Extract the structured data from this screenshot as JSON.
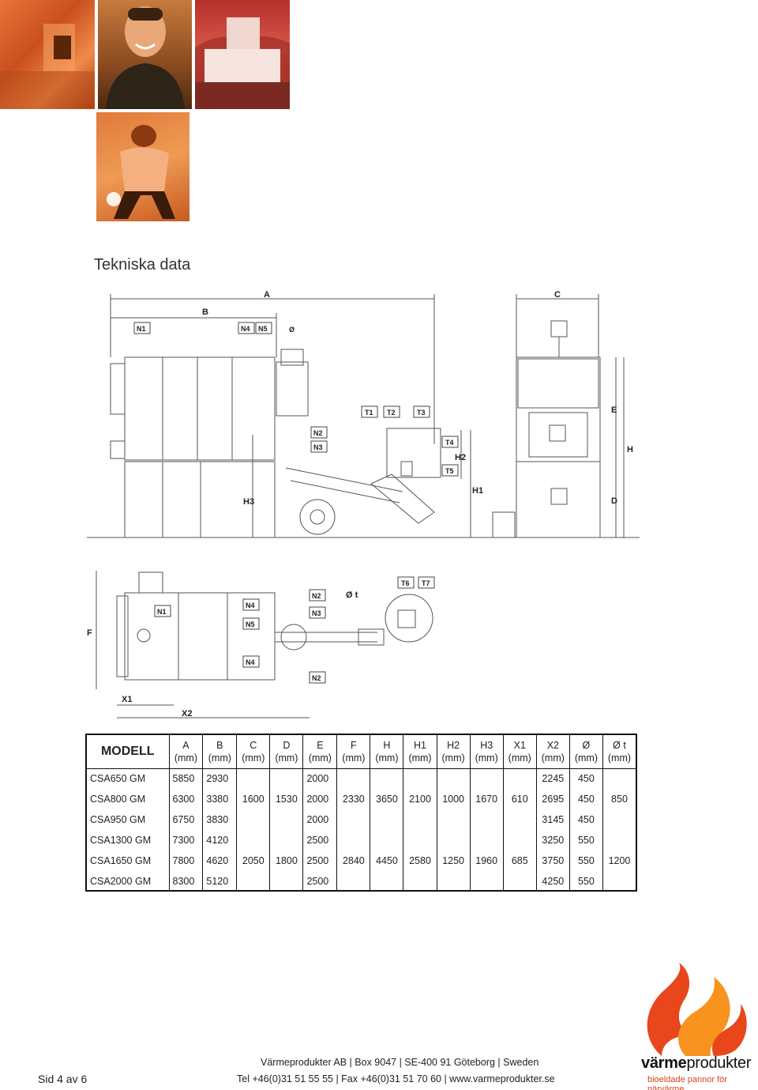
{
  "section_title": "Tekniska data",
  "drawing_labels": {
    "A": "A",
    "B": "B",
    "C": "C",
    "E": "E",
    "H": "H",
    "D": "D",
    "H1": "H1",
    "H2": "H2",
    "H3": "H3",
    "N1": "N1",
    "N2": "N2",
    "N3": "N3",
    "N4": "N4",
    "N5": "N5",
    "T1": "T1",
    "T2": "T2",
    "T3": "T3",
    "T4": "T4",
    "T5": "T5",
    "T6": "T6",
    "T7": "T7",
    "O": "Ø",
    "Ot": "Ø t",
    "F": "F",
    "X1": "X1",
    "X2": "X2"
  },
  "table": {
    "headers": [
      {
        "name": "MODELL",
        "unit": ""
      },
      {
        "name": "A",
        "unit": "(mm)"
      },
      {
        "name": "B",
        "unit": "(mm)"
      },
      {
        "name": "C",
        "unit": "(mm)"
      },
      {
        "name": "D",
        "unit": "(mm)"
      },
      {
        "name": "E",
        "unit": "(mm)"
      },
      {
        "name": "F",
        "unit": "(mm)"
      },
      {
        "name": "H",
        "unit": "(mm)"
      },
      {
        "name": "H1",
        "unit": "(mm)"
      },
      {
        "name": "H2",
        "unit": "(mm)"
      },
      {
        "name": "H3",
        "unit": "(mm)"
      },
      {
        "name": "X1",
        "unit": "(mm)"
      },
      {
        "name": "X2",
        "unit": "(mm)"
      },
      {
        "name": "Ø",
        "unit": "(mm)"
      },
      {
        "name": "Ø t",
        "unit": "(mm)"
      }
    ],
    "rows": [
      {
        "model": "CSA650 GM",
        "A": "5850",
        "B": "2930",
        "E": "2000",
        "X2": "2245",
        "O": "450"
      },
      {
        "model": "CSA800 GM",
        "A": "6300",
        "B": "3380",
        "E": "2000",
        "X2": "2695",
        "O": "450"
      },
      {
        "model": "CSA950 GM",
        "A": "6750",
        "B": "3830",
        "E": "2000",
        "X2": "3145",
        "O": "450"
      },
      {
        "model": "CSA1300 GM",
        "A": "7300",
        "B": "4120",
        "E": "2500",
        "X2": "3250",
        "O": "550"
      },
      {
        "model": "CSA1650 GM",
        "A": "7800",
        "B": "4620",
        "E": "2500",
        "X2": "3750",
        "O": "550"
      },
      {
        "model": "CSA2000 GM",
        "A": "8300",
        "B": "5120",
        "E": "2500",
        "X2": "4250",
        "O": "550"
      }
    ],
    "group1": {
      "C": "1600",
      "D": "1530",
      "F": "2330",
      "H": "3650",
      "H1": "2100",
      "H2": "1000",
      "H3": "1670",
      "X1": "610",
      "Ot": "850"
    },
    "group2": {
      "C": "2050",
      "D": "1800",
      "F": "2840",
      "H": "4450",
      "H1": "2580",
      "H2": "1250",
      "H3": "1960",
      "X1": "685",
      "Ot": "1200"
    }
  },
  "footer": {
    "page": "Sid 4 av 6",
    "address": "Värmeprodukter AB | Box 9047 | SE-400 91 Göteborg | Sweden",
    "contact": "Tel +46(0)31 51 55 55 | Fax +46(0)31 51 70 60 | www.varmeprodukter.se"
  },
  "logo": {
    "bold": "värme",
    "regular": "produkter",
    "tagline": "bioeldade pannor för närvärme",
    "colors": {
      "flame_outer": "#e8471c",
      "flame_inner": "#f7931e",
      "tagline": "#d8441c"
    }
  }
}
